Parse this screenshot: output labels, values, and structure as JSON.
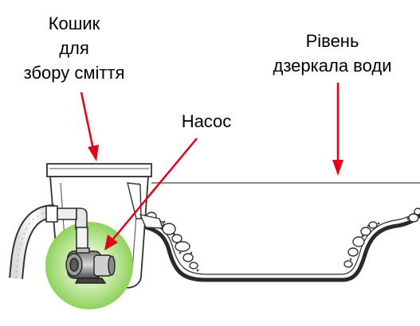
{
  "labels": {
    "basket": [
      "Кошик",
      "для",
      "збору сміття"
    ],
    "pump": "Насос",
    "water_level": [
      "Рівень",
      "дзеркала води"
    ]
  },
  "colors": {
    "arrow": "#e3001b",
    "pump_glow": "#8fd15a",
    "outline": "#333333",
    "liner": "#2a2a2a"
  }
}
